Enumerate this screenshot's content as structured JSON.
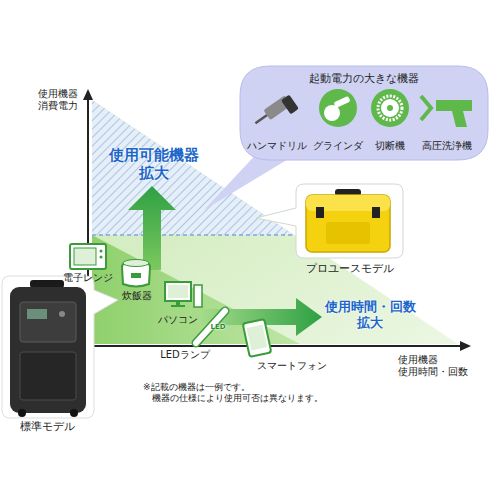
{
  "diagram": {
    "nodes": [
      {
        "text": [
          "起動電力の大きな機器"
        ]
      },
      {
        "text": [
          "ハンマドリル"
        ],
        "in": 0
      },
      {
        "text": [
          "グラインダ"
        ],
        "in": 0
      },
      {
        "text": [
          "切断機"
        ],
        "in": 0
      },
      {
        "text": [
          "高圧洗浄機"
        ],
        "in": 0
      },
      {
        "text": [
          "プロユースモデル"
        ]
      },
      {
        "text": [
          "標準モデル"
        ]
      }
    ],
    "labels": [
      "使用機器 消費電力",
      "使用可能機器 拡大",
      "電子レンジ",
      "炊飯器",
      "パソコン",
      "LED",
      "LEDランプ",
      "スマートフォン",
      "使用時間・回数 拡大",
      "使用機器 使用時間・回数",
      "※記載の機器は一例です。 機器の仕様により使用可否は異なります。"
    ]
  }
}
